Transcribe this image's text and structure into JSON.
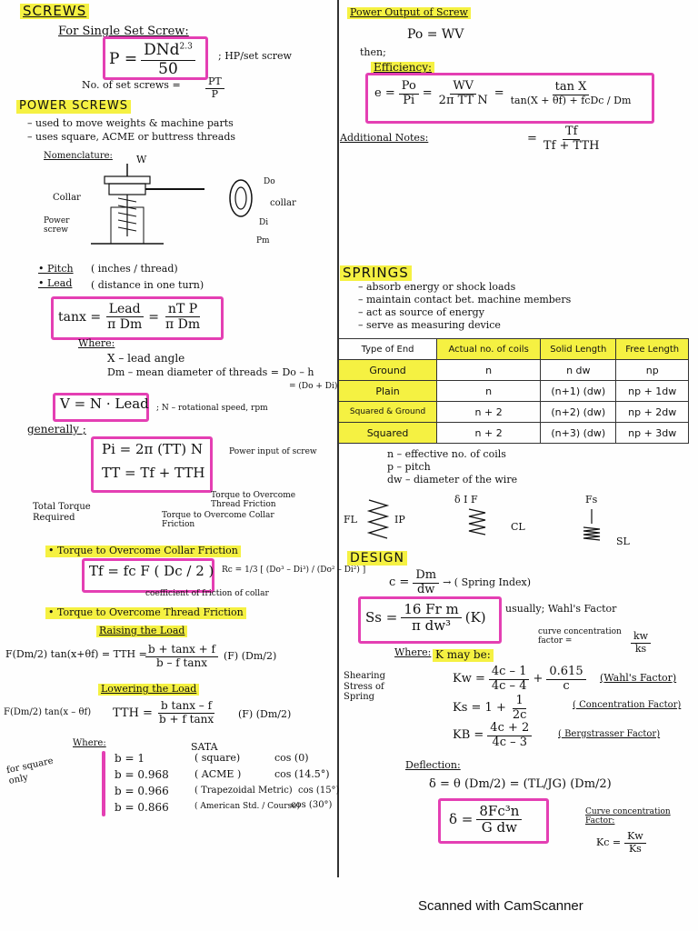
{
  "left": {
    "screws_title": "SCREWS",
    "single_set_label": "For Single Set Screw:",
    "set_screw_formula_lhs": "P = ",
    "set_screw_num": "DNd",
    "set_screw_exp": "2.3",
    "set_screw_den": "50",
    "hp_per_set": "; HP/set screw",
    "num_set_screws": "No. of set screws =",
    "pt": "PT",
    "p": "P",
    "power_screws_title": "POWER SCREWS",
    "ps_bullet1": "– used to move weights & machine parts",
    "ps_bullet2": "– uses square, ACME or buttress threads",
    "nomenclature": "Nomenclature:",
    "w_label": "W",
    "collar_left": "Collar",
    "power_screw_label": "Power screw",
    "d_o": "Do",
    "collar_right": "collar",
    "d_i": "Di",
    "p_m": "Pm",
    "pitch": "• Pitch",
    "pitch_def": "( inches / thread)",
    "lead": "• Lead",
    "lead_def": "( distance in one turn)",
    "tanx_lhs": "tanx =",
    "tanx_num1": "Lead",
    "tanx_den1": "π Dm",
    "tanx_num2": "nT P",
    "tanx_den2": "π Dm",
    "where": "Where:",
    "x_def": "X –  lead angle",
    "dm_def": "Dm –  mean diameter of threads = Do – h",
    "dm_alt": "= (Do + Di) / 2",
    "v_formula": "V = N · Lead",
    "n_def": "; N – rotational speed, rpm",
    "generally": "generally ;",
    "pi_formula": "Pi = 2π (TT) N",
    "power_input": "Power input of screw",
    "tt_formula": "TT = Tf + TTH",
    "torque_thread": "Torque to Overcome Thread Friction",
    "total_torque": "Total Torque Required",
    "torque_collar": "Torque to Overcome Collar Friction",
    "collar_head": "• Torque to Overcome Collar Friction",
    "tf_formula": "Tf = fc F ( Dc / 2 )",
    "rc_formula": "Rc = 1/3 [ (Do³ – Di³) / (Do² – Di²) ]",
    "coef_collar": "coefficient of friction of collar",
    "thread_head": "• Torque to Overcome Thread Friction",
    "raising": "Raising the Load",
    "raising_lhs": "F(Dm/2) tan(x+θf) = TTH =",
    "raising_frac_n": "b + tanx + f",
    "raising_frac_d": "b – f tanx",
    "raising_tail": "(F) (Dm/2)",
    "lowering": "Lowering the Load",
    "lowering_lhs": "F(Dm/2) tan(x – θf)",
    "lowering_mid": "TTH =",
    "lowering_frac_n": "b tanx – f",
    "lowering_frac_d": "b + f tanx",
    "lowering_tail": "(F) (Dm/2)",
    "where2": "Where:",
    "for_square": "for square only",
    "sata": "SATA",
    "b_rows": [
      {
        "b": "b = 1",
        "type": "( square)",
        "cos": "cos (0)"
      },
      {
        "b": "b = 0.968",
        "type": "( ACME )",
        "cos": "cos (14.5°)"
      },
      {
        "b": "b = 0.966",
        "type": "( Trapezoidal Metric)",
        "cos": "cos (15°)"
      },
      {
        "b": "b = 0.866",
        "type": "( American Std. / Course)",
        "cos": "cos (30°)"
      }
    ]
  },
  "right": {
    "power_output_title": "Power Output of Screw",
    "po_formula": "Po = WV",
    "then": "then;",
    "efficiency": "Efficiency:",
    "e_lhs": "e =",
    "e_f1_n": "Po",
    "e_f1_d": "Pi",
    "e_f2_n": "WV",
    "e_f2_d": "2π TT N",
    "e_f3_n": "tan X",
    "e_f3_d": "tan(X + θf) + fcDc / Dm",
    "additional_notes": "Additional Notes:",
    "notes_frac_n": "Tf",
    "notes_frac_d": "Tf + TTH",
    "springs_title": "SPRINGS",
    "springs_bullets": [
      "– absorb energy or shock loads",
      "– maintain contact bet. machine members",
      "– act as source of energy",
      "– serve as measuring device"
    ],
    "table_headers": [
      "Type of End",
      "Actual no. of coils",
      "Solid Length",
      "Free Length"
    ],
    "table_rows": [
      [
        "Ground",
        "n",
        "n dw",
        "np"
      ],
      [
        "Plain",
        "n",
        "(n+1) (dw)",
        "np + 1dw"
      ],
      [
        "Squared & Ground",
        "n + 2",
        "(n+2) (dw)",
        "np + 2dw"
      ],
      [
        "Squared",
        "n + 2",
        "(n+3) (dw)",
        "np + 3dw"
      ]
    ],
    "n_def": "n – effective no. of coils",
    "p_def": "p – pitch",
    "dw_def": "dw – diameter of the wire",
    "fl": "FL",
    "ip": "IP",
    "delta_f": "δ I F",
    "cl": "CL",
    "fs": "Fs",
    "sl": "SL",
    "design_title": "DESIGN",
    "c_formula": "c =",
    "c_num": "Dm",
    "c_den": "dw",
    "spring_index": "→ ( Spring Index)",
    "ss_lhs": "Ss =",
    "ss_num": "16 Fr m",
    "ss_den": "π dw³",
    "ss_k": "(K)",
    "usually": "usually; Wahl's Factor",
    "curve_conc": "curve concentration factor =",
    "kw_ks_n": "kw",
    "kw_ks_d": "ks",
    "shearing": "Shearing Stress of Spring",
    "where": "Where:",
    "k_may_be": "K may be:",
    "kw_formula": "Kw =",
    "kw_f1_n": "4c – 1",
    "kw_f1_d": "4c – 4",
    "kw_f2_n": "0.615",
    "kw_f2_d": "c",
    "wahls": "(Wahl's Factor)",
    "ks_formula": "Ks = 1 +",
    "ks_n": "1",
    "ks_d": "2c",
    "conc_factor": "( Concentration Factor)",
    "kb_formula": "KB =",
    "kb_n": "4c + 2",
    "kb_d": "4c – 3",
    "bergstrasser": "( Bergstrasser Factor)",
    "deflection": "Deflection:",
    "defl_formula": "δ = θ (Dm/2) = (TL/JG) (Dm/2)",
    "defl_box_lhs": "δ =",
    "defl_box_n": "8Fc³n",
    "defl_box_d": "G dw",
    "curve_conc2": "Curve concentration Factor:",
    "kc_formula": "Kc =",
    "kc_n": "Kw",
    "kc_d": "Ks"
  },
  "footer": "Scanned with CamScanner"
}
